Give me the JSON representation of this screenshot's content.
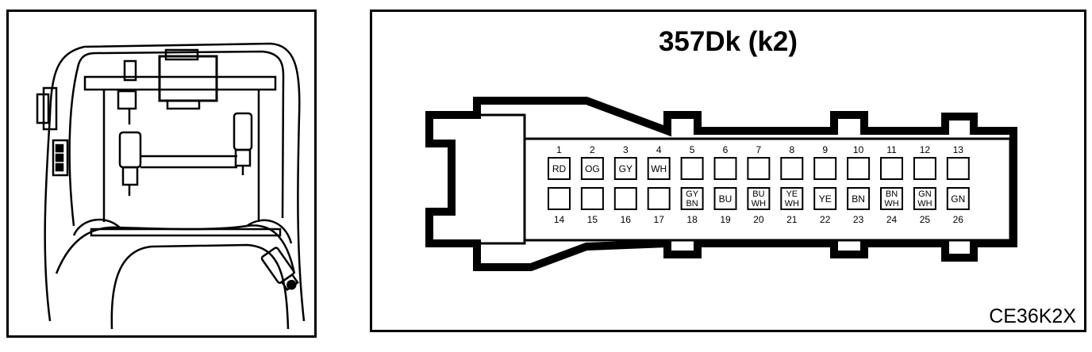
{
  "title": "357Dk (k2)",
  "drawing_code": "CE36K2X",
  "pins": [
    {
      "num": "1",
      "label": [
        "RD"
      ]
    },
    {
      "num": "2",
      "label": [
        "OG"
      ]
    },
    {
      "num": "3",
      "label": [
        "GY"
      ]
    },
    {
      "num": "4",
      "label": [
        "WH"
      ]
    },
    {
      "num": "5",
      "label": []
    },
    {
      "num": "6",
      "label": []
    },
    {
      "num": "7",
      "label": []
    },
    {
      "num": "8",
      "label": []
    },
    {
      "num": "9",
      "label": []
    },
    {
      "num": "10",
      "label": []
    },
    {
      "num": "11",
      "label": []
    },
    {
      "num": "12",
      "label": []
    },
    {
      "num": "13",
      "label": []
    },
    {
      "num": "14",
      "label": []
    },
    {
      "num": "15",
      "label": []
    },
    {
      "num": "16",
      "label": []
    },
    {
      "num": "17",
      "label": []
    },
    {
      "num": "18",
      "label": [
        "GY",
        "BN"
      ]
    },
    {
      "num": "19",
      "label": [
        "BU"
      ]
    },
    {
      "num": "20",
      "label": [
        "BU",
        "WH"
      ]
    },
    {
      "num": "21",
      "label": [
        "YE",
        "WH"
      ]
    },
    {
      "num": "22",
      "label": [
        "YE"
      ]
    },
    {
      "num": "23",
      "label": [
        "BN"
      ]
    },
    {
      "num": "24",
      "label": [
        "BN",
        "WH"
      ]
    },
    {
      "num": "25",
      "label": [
        "GN",
        "WH"
      ]
    },
    {
      "num": "26",
      "label": [
        "GN"
      ]
    }
  ]
}
